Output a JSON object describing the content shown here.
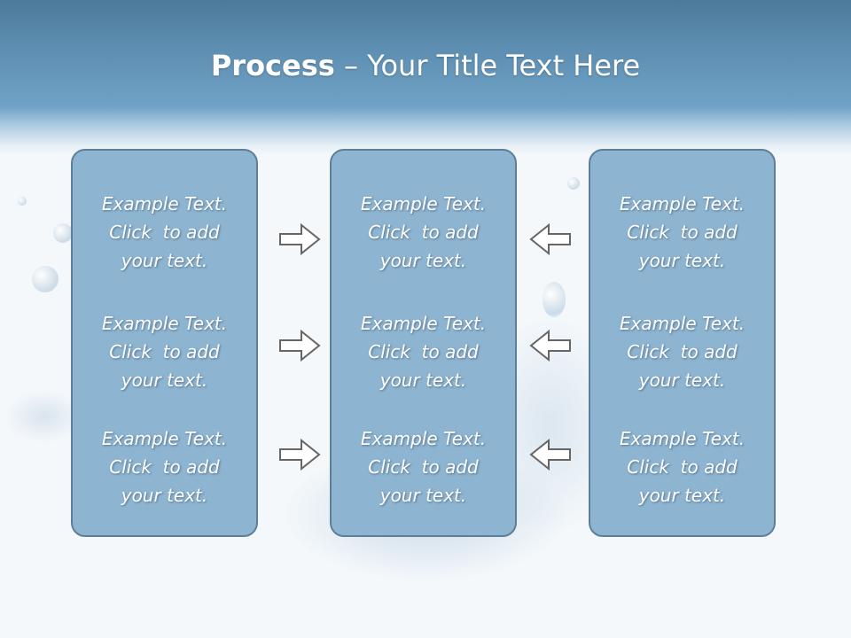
{
  "slide": {
    "title_bold": "Process",
    "title_rest": " – Your Title Text Here"
  },
  "columns": [
    {
      "items": [
        [
          "Example Text.",
          "Click  to add",
          "your text."
        ],
        [
          "Example Text.",
          "Click  to add",
          "your text."
        ],
        [
          "Example Text.",
          "Click  to add",
          "your text."
        ]
      ]
    },
    {
      "items": [
        [
          "Example Text.",
          "Click  to add",
          "your text."
        ],
        [
          "Example Text.",
          "Click  to add",
          "your text."
        ],
        [
          "Example Text.",
          "Click  to add",
          "your text."
        ]
      ]
    },
    {
      "items": [
        [
          "Example Text.",
          "Click  to add",
          "your text."
        ],
        [
          "Example Text.",
          "Click  to add",
          "your text."
        ],
        [
          "Example Text.",
          "Click  to add",
          "your text."
        ]
      ]
    }
  ],
  "arrows": {
    "left_group": "arrow-right-icon",
    "right_group": "arrow-left-icon"
  },
  "colors": {
    "box_fill": "#8db4d0",
    "box_border": "#5f7f98",
    "header_blue": "#5f90b3",
    "arrow_stroke": "#666666"
  }
}
